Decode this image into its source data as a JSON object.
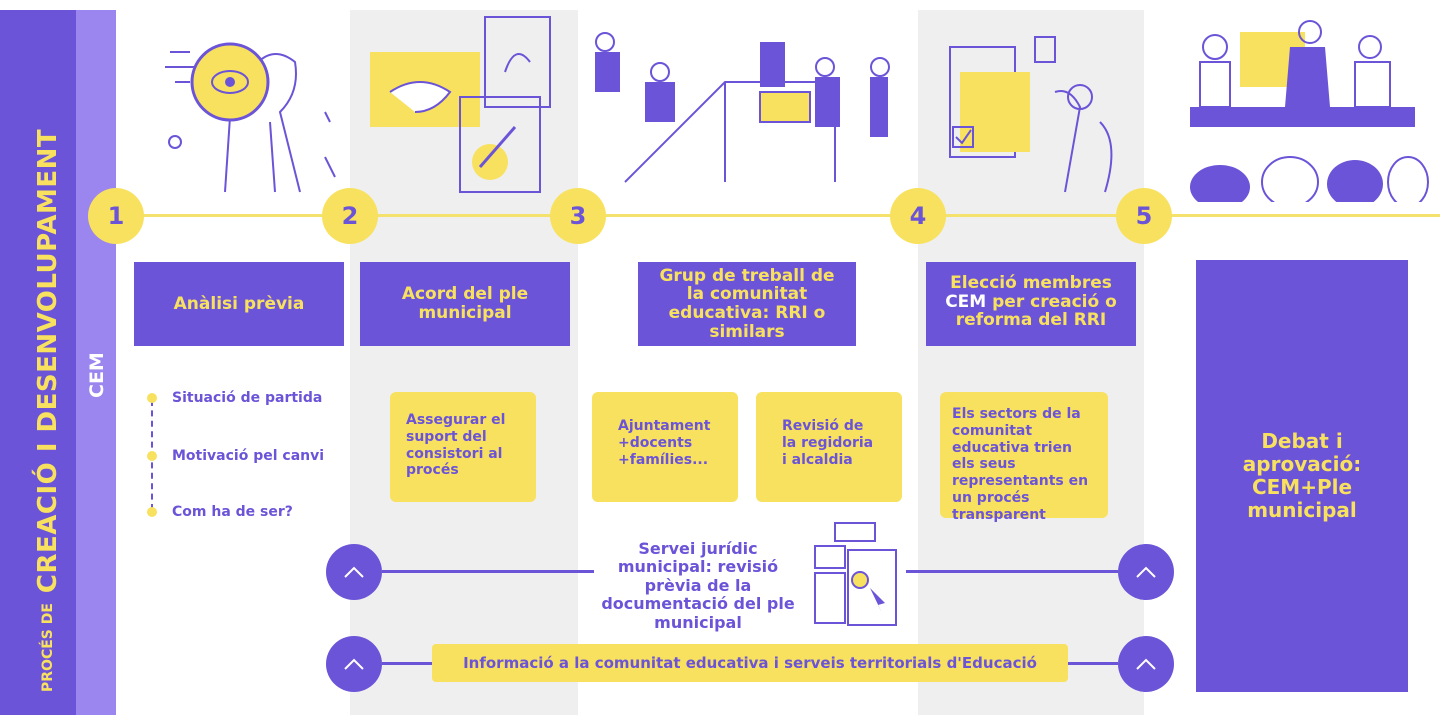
{
  "sidebar": {
    "prefix": "PROCÉS DE",
    "title": "CREACIÓ I DESENVOLUPAMENT",
    "subtitle": "CEM"
  },
  "steps": [
    {
      "number": "1",
      "title": "Anàlisi prèvia"
    },
    {
      "number": "2",
      "title": "Acord del ple municipal"
    },
    {
      "number": "3",
      "title": "Grup de treball de la comunitat educativa: RRI o similars"
    },
    {
      "number": "4",
      "title_part1": "Elecció membres ",
      "title_highlight": "CEM",
      "title_part2": " per creació o reforma del RRI"
    },
    {
      "number": "5"
    }
  ],
  "bullets": [
    "Situació de partida",
    "Motivació pel canvi",
    "Com ha de ser?"
  ],
  "notes": {
    "step2": "Assegurar el suport del consistori al procés",
    "step3a": "Ajuntament +docents +famílies...",
    "step3b": "Revisió de la regidoria i alcaldia",
    "step4": "Els sectors de la comunitat educativa trien els seus representants en un procés transparent"
  },
  "legal_service": "Servei jurídic municipal: revisió prèvia de la documentació del ple municipal",
  "info_bar": "Informació a la comunitat educativa i serveis territorials d'Educació",
  "final_box": "Debat i aprovació: CEM+Ple municipal",
  "colors": {
    "purple": "#6c54d8",
    "light_purple": "#9b85ef",
    "yellow": "#f8e15e",
    "band": "#efefef"
  }
}
